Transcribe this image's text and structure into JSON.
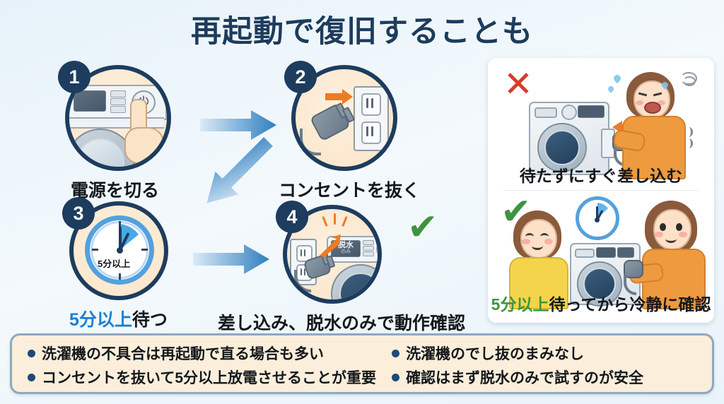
{
  "title": "再起動で復旧することも",
  "theme": {
    "background": "#eaf4fa",
    "navy": "#1d3c5e",
    "blue_accent": "#1a7fd4",
    "green_accent": "#3f9440",
    "red_accent": "#d93a2b",
    "orange_accent": "#f07a22",
    "note_box_fill": "#fbeeda",
    "note_box_border": "#8fa8be"
  },
  "steps": [
    {
      "number": "1",
      "label": "電源を切る",
      "icon": "washing-machine-power-button-press",
      "power_glyph": "⏻"
    },
    {
      "number": "2",
      "label": "コンセントを抜く",
      "icon": "plug-unplug-from-outlet"
    },
    {
      "number": "3",
      "label_highlight": "5分以上",
      "label_rest": "待つ",
      "clock_text": "5分以上",
      "icon": "clock-wait-five-minutes"
    },
    {
      "number": "4",
      "label": "差し込み、脱水のみで動作確認",
      "icon": "plug-in-spin-only-test",
      "machine_display_main": "脱水",
      "machine_display_sub": "のみ",
      "check_glyph": "✔"
    }
  ],
  "arrows": [
    {
      "name": "arrow-step1-to-step2",
      "direction": "right"
    },
    {
      "name": "arrow-step2-to-step3",
      "direction": "down-left"
    },
    {
      "name": "arrow-step3-to-step4",
      "direction": "right"
    }
  ],
  "comparison": {
    "bad": {
      "mark": "✕",
      "mark_color": "#d93a2b",
      "caption": "待たずにすぐ差し込む",
      "scene": "frustrated-woman-plugging-in-immediately"
    },
    "good": {
      "mark": "✔",
      "mark_color": "#3f9440",
      "caption_highlight": "5分以上",
      "caption_rest": "待ってから冷静に確認",
      "scene": "two-calm-women-with-clock-and-washer"
    }
  },
  "notes": {
    "left": [
      "洗濯機の不具合は再起動で直る場合も多い",
      "コンセントを抜いて5分以上放電させることが重要"
    ],
    "right": [
      "洗濯機のでし抜のまみなし",
      "確認はまず脱水のみで試すのが安全"
    ]
  }
}
